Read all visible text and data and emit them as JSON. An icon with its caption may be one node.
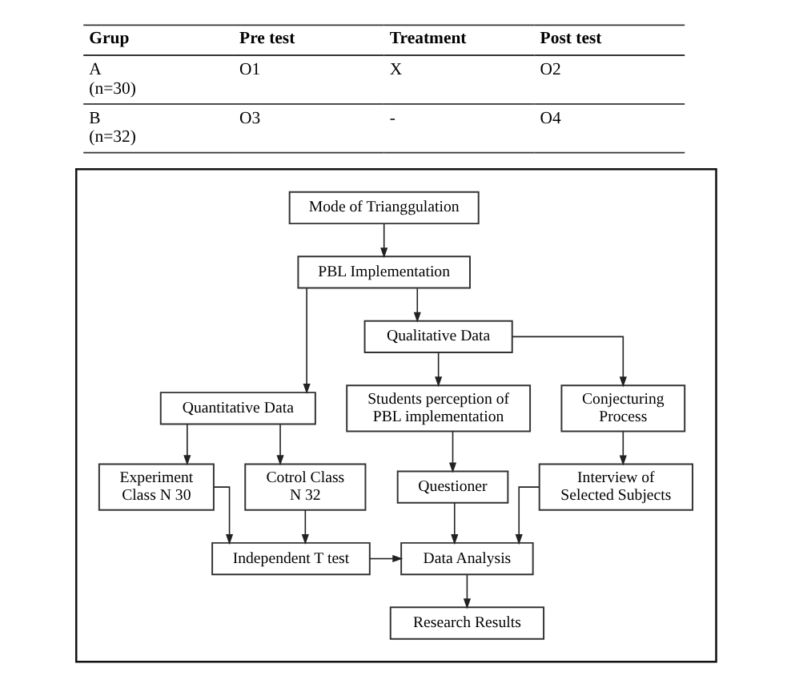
{
  "diagram": {
    "nodes": [
      {
        "text": [],
        "shape": "box"
      },
      {
        "text": [
          "Mode of Trianggulation"
        ],
        "in": 0
      },
      {
        "text": [
          "PBL Implementation"
        ],
        "in": 0
      },
      {
        "text": [
          "Quantitative Data"
        ],
        "in": 0
      },
      {
        "text": [
          "Qualitative Data"
        ],
        "in": 0
      },
      {
        "text": [
          "Experiment Class N 30"
        ],
        "in": 0
      },
      {
        "text": [
          "Cotrol Class N 32"
        ],
        "in": 0
      },
      {
        "text": [
          "Students perception of PBL implementation"
        ],
        "in": 0
      },
      {
        "text": [
          "Conjecturing Process"
        ],
        "in": 0
      },
      {
        "text": [
          "Questioner"
        ],
        "in": 0
      },
      {
        "text": [
          "Interview of Selected Subjects"
        ],
        "in": 0
      },
      {
        "text": [
          "Independent T test"
        ],
        "in": 0
      },
      {
        "text": [
          "Data Analysis"
        ],
        "in": 0
      },
      {
        "text": [
          "Research Results"
        ],
        "in": 0
      }
    ],
    "edges": [
      {
        "from": 1,
        "to": 2,
        "arrow": "to"
      },
      {
        "from": 2,
        "to": 3,
        "arrow": "to"
      },
      {
        "from": 2,
        "to": 4,
        "arrow": "to"
      },
      {
        "from": 3,
        "to": 5,
        "arrow": "to"
      },
      {
        "from": 3,
        "to": 6,
        "arrow": "to"
      },
      {
        "from": 4,
        "to": 7,
        "arrow": "to"
      },
      {
        "from": 4,
        "to": 8,
        "arrow": "to"
      },
      {
        "from": 5,
        "to": 11,
        "arrow": "to"
      },
      {
        "from": 6,
        "to": 11,
        "arrow": "to"
      },
      {
        "from": 7,
        "to": 9,
        "arrow": "to"
      },
      {
        "from": 8,
        "to": 10,
        "arrow": "to"
      },
      {
        "from": 11,
        "to": 12,
        "arrow": "to"
      },
      {
        "from": 9,
        "to": 12,
        "arrow": "to"
      },
      {
        "from": 10,
        "to": 12,
        "arrow": "to"
      },
      {
        "from": 12,
        "to": 13,
        "arrow": "to"
      }
    ],
    "labels": [
      "Grup",
      "Pre test",
      "Treatment",
      "Post test",
      "A (n=30)",
      "O1",
      "X",
      "O2",
      "B (n=32)",
      "O3",
      "-",
      "O4"
    ]
  }
}
